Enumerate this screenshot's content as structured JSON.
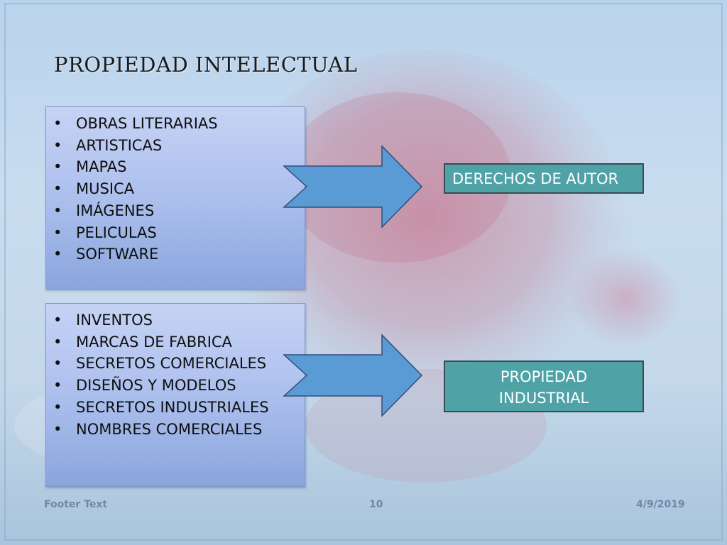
{
  "slide": {
    "title": "PROPIEDAD INTELECTUAL"
  },
  "boxes": {
    "copyright_items": [
      "OBRAS  LITERARIAS",
      "ARTISTICAS",
      "MAPAS",
      "MUSICA",
      "IMÁGENES",
      "PELICULAS",
      "SOFTWARE"
    ],
    "industrial_items": [
      "INVENTOS",
      "MARCAS DE FABRICA",
      "SECRETOS COMERCIALES",
      "DISEÑOS Y MODELOS",
      "SECRETOS INDUSTRIALES",
      "NOMBRES COMERCIALES"
    ]
  },
  "targets": {
    "copyright": "DERECHOS DE AUTOR",
    "industrial_line1": "PROPIEDAD",
    "industrial_line2": "INDUSTRIAL"
  },
  "footer": {
    "text": "Footer Text",
    "page_number": "10",
    "date": "4/9/2019"
  },
  "colors": {
    "list_box": "#a9bdec",
    "arrow": "#5b9bd5",
    "target_box": "#4fa3a7",
    "footer": "#6e8aa8"
  }
}
